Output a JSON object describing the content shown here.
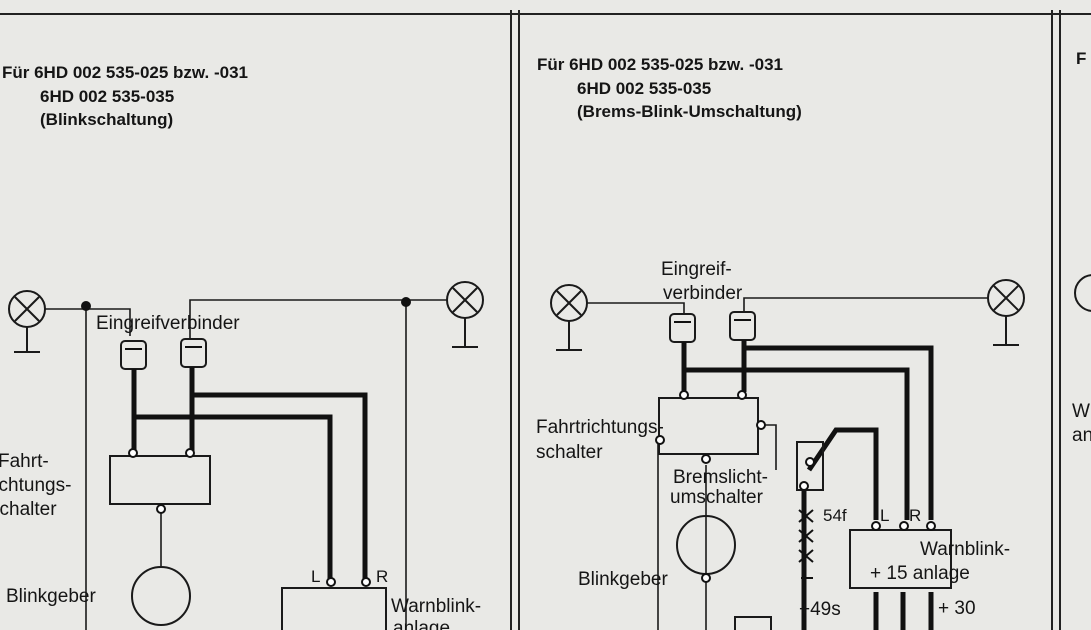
{
  "left_panel": {
    "title": [
      "Für 6HD 002 535-025 bzw. -031",
      "6HD 002 535-035",
      "(Blinkschaltung)"
    ],
    "connector": "Eingreifverbinder",
    "switch_label": [
      "Fahrt-",
      "richtungs-",
      "schalter"
    ],
    "flasher": "Blinkgeber",
    "terminal_l": "L",
    "terminal_r": "R",
    "hazard_unit": [
      "Warnblink-",
      "anlage"
    ]
  },
  "middle_panel": {
    "title": [
      "Für 6HD 002 535-025 bzw. -031",
      "6HD 002 535-035",
      "(Brems-Blink-Umschaltung)"
    ],
    "connector": [
      "Eingreif-",
      "verbinder"
    ],
    "switch_label": [
      "Fahrtrichtungs-",
      "schalter"
    ],
    "brake_switch": [
      "Bremslicht-",
      "umschalter"
    ],
    "flasher": "Blinkgeber",
    "terminal_54f": "54f",
    "terminal_l": "L",
    "terminal_r": "R",
    "hazard_unit": [
      "Warnblink-",
      "+ 15 anlage"
    ],
    "terminal_49s": "+49s",
    "terminal_30": "+ 30"
  },
  "right_panel": {
    "title_fragment": "F",
    "label_fragment": [
      "W",
      "an"
    ]
  }
}
